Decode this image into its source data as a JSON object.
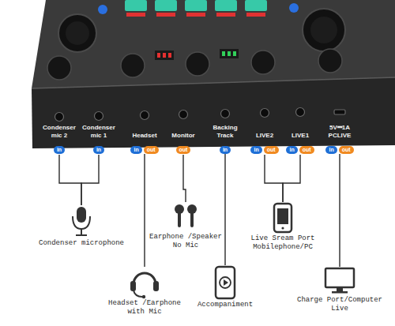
{
  "diagram": {
    "nodes": [
      {
        "text": [
          "Condenser mic 2"
        ]
      },
      {
        "text": [
          "in"
        ],
        "in": 0
      },
      {
        "text": [
          "Condenser mic 1"
        ]
      },
      {
        "text": [
          "in"
        ],
        "in": 2
      },
      {
        "text": [
          "Headset"
        ]
      },
      {
        "text": [
          "in"
        ],
        "in": 4
      },
      {
        "text": [
          "out"
        ],
        "in": 4
      },
      {
        "text": [
          "Monitor"
        ]
      },
      {
        "text": [
          "out"
        ],
        "in": 7
      },
      {
        "text": [
          "Backing Track"
        ]
      },
      {
        "text": [
          "in"
        ],
        "in": 9
      },
      {
        "text": [
          "LIVE2"
        ]
      },
      {
        "text": [
          "in"
        ],
        "in": 11
      },
      {
        "text": [
          "out"
        ],
        "in": 11
      },
      {
        "text": [
          "LIVE1"
        ]
      },
      {
        "text": [
          "in"
        ],
        "in": 14
      },
      {
        "text": [
          "out"
        ],
        "in": 14
      },
      {
        "text": [
          "5V⎓1A PCLIVE"
        ]
      },
      {
        "text": [
          "in"
        ],
        "in": 17
      },
      {
        "text": [
          "out"
        ],
        "in": 17
      },
      {
        "text": [
          "Condenser microphone"
        ]
      },
      {
        "text": [
          "Earphone /Speaker No Mic"
        ]
      },
      {
        "text": [
          "Live Sream Port Mobilephone/PC"
        ]
      },
      {
        "text": [
          "Headset /Earphone with Mic"
        ]
      },
      {
        "text": [
          "Accompaniment"
        ]
      },
      {
        "text": [
          "Charge Port/Computer Live"
        ]
      }
    ],
    "edges": [
      {
        "from": 0,
        "to": 20,
        "arrow": "none"
      },
      {
        "from": 2,
        "to": 20,
        "arrow": "none"
      },
      {
        "from": 7,
        "to": 21,
        "arrow": "none"
      },
      {
        "from": 11,
        "to": 22,
        "arrow": "none"
      },
      {
        "from": 14,
        "to": 22,
        "arrow": "none"
      },
      {
        "from": 4,
        "to": 23,
        "arrow": "none"
      },
      {
        "from": 9,
        "to": 24,
        "arrow": "none"
      },
      {
        "from": 17,
        "to": 25,
        "arrow": "none"
      }
    ]
  }
}
